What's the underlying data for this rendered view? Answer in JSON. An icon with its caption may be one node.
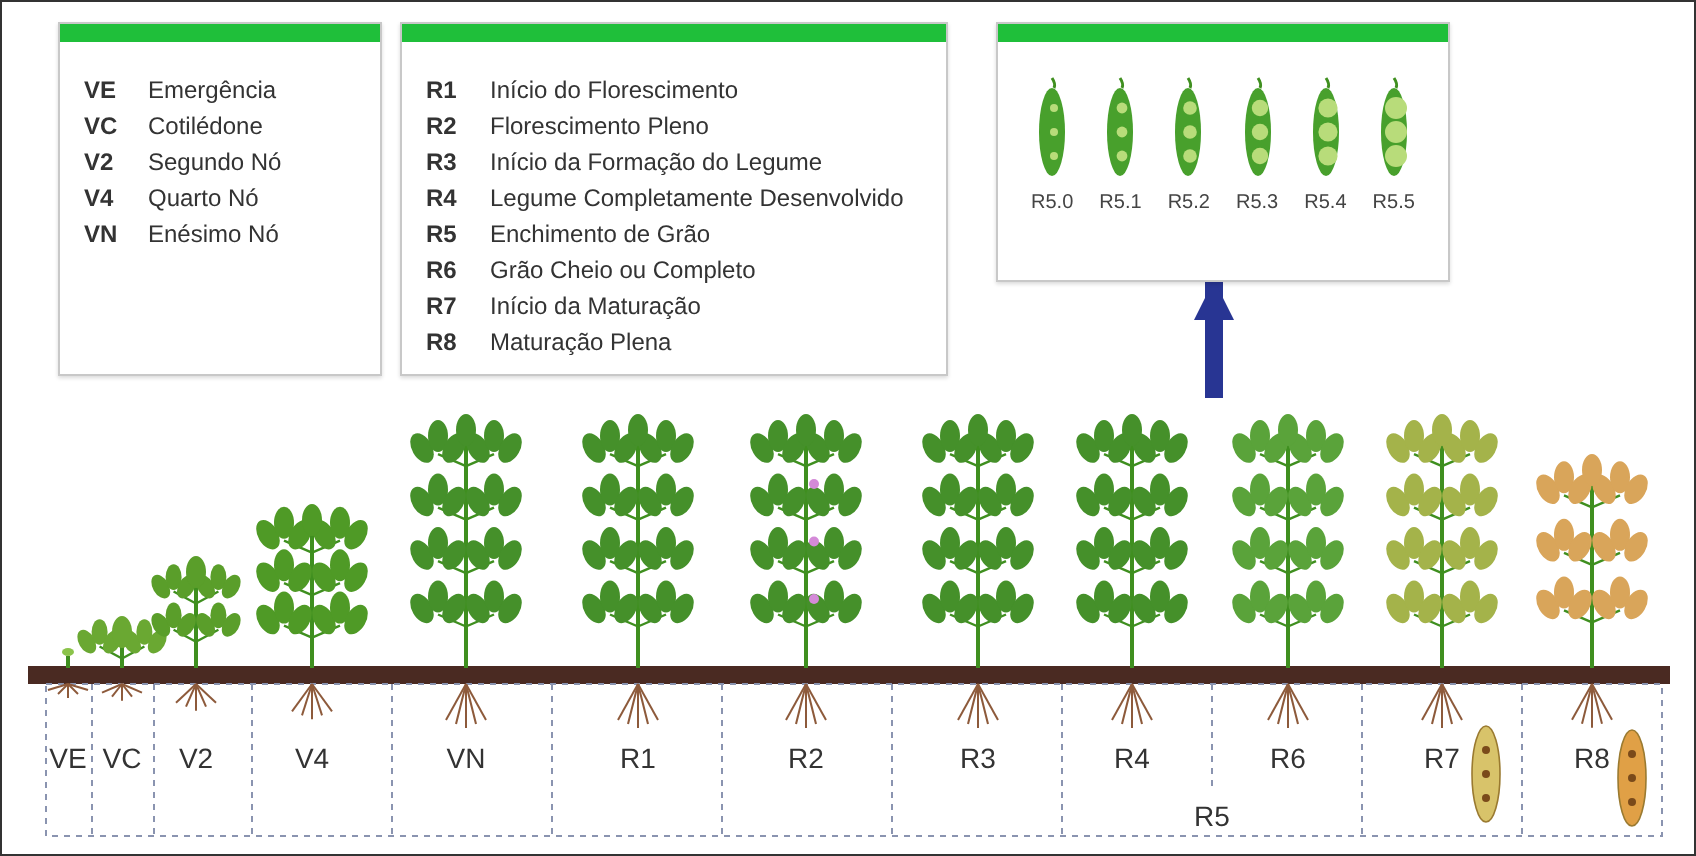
{
  "diagram": {
    "nodes": [
      {
        "text": [
          "VE",
          "Emergência",
          "VC",
          "Cotilédone",
          "V2",
          "Segundo Nó",
          "V4",
          "Quarto Nó",
          "VN",
          "Enésimo Nó"
        ]
      },
      {
        "text": [
          "R1",
          "Início do Florescimento",
          "R2",
          "Florescimento Pleno",
          "R3",
          "Início da Formação do Legume",
          "R4",
          "Legume Completamente Desenvolvido",
          "R5",
          "Enchimento de Grão",
          "R6",
          "Grão Cheio ou Completo",
          "R7",
          "Início da Maturação",
          "R8",
          "Maturação Plena"
        ]
      },
      {
        "text": [
          "R5.0",
          "R5.1",
          "R5.2",
          "R5.3",
          "R5.4",
          "R5.5"
        ]
      }
    ],
    "edges": [
      {
        "from": null,
        "to": 2,
        "arrow": "to"
      }
    ],
    "labels": [
      "VE",
      "VC",
      "V2",
      "V4",
      "VN",
      "R1",
      "R2",
      "R3",
      "R4",
      "R6",
      "R7",
      "R8",
      "R5"
    ]
  }
}
